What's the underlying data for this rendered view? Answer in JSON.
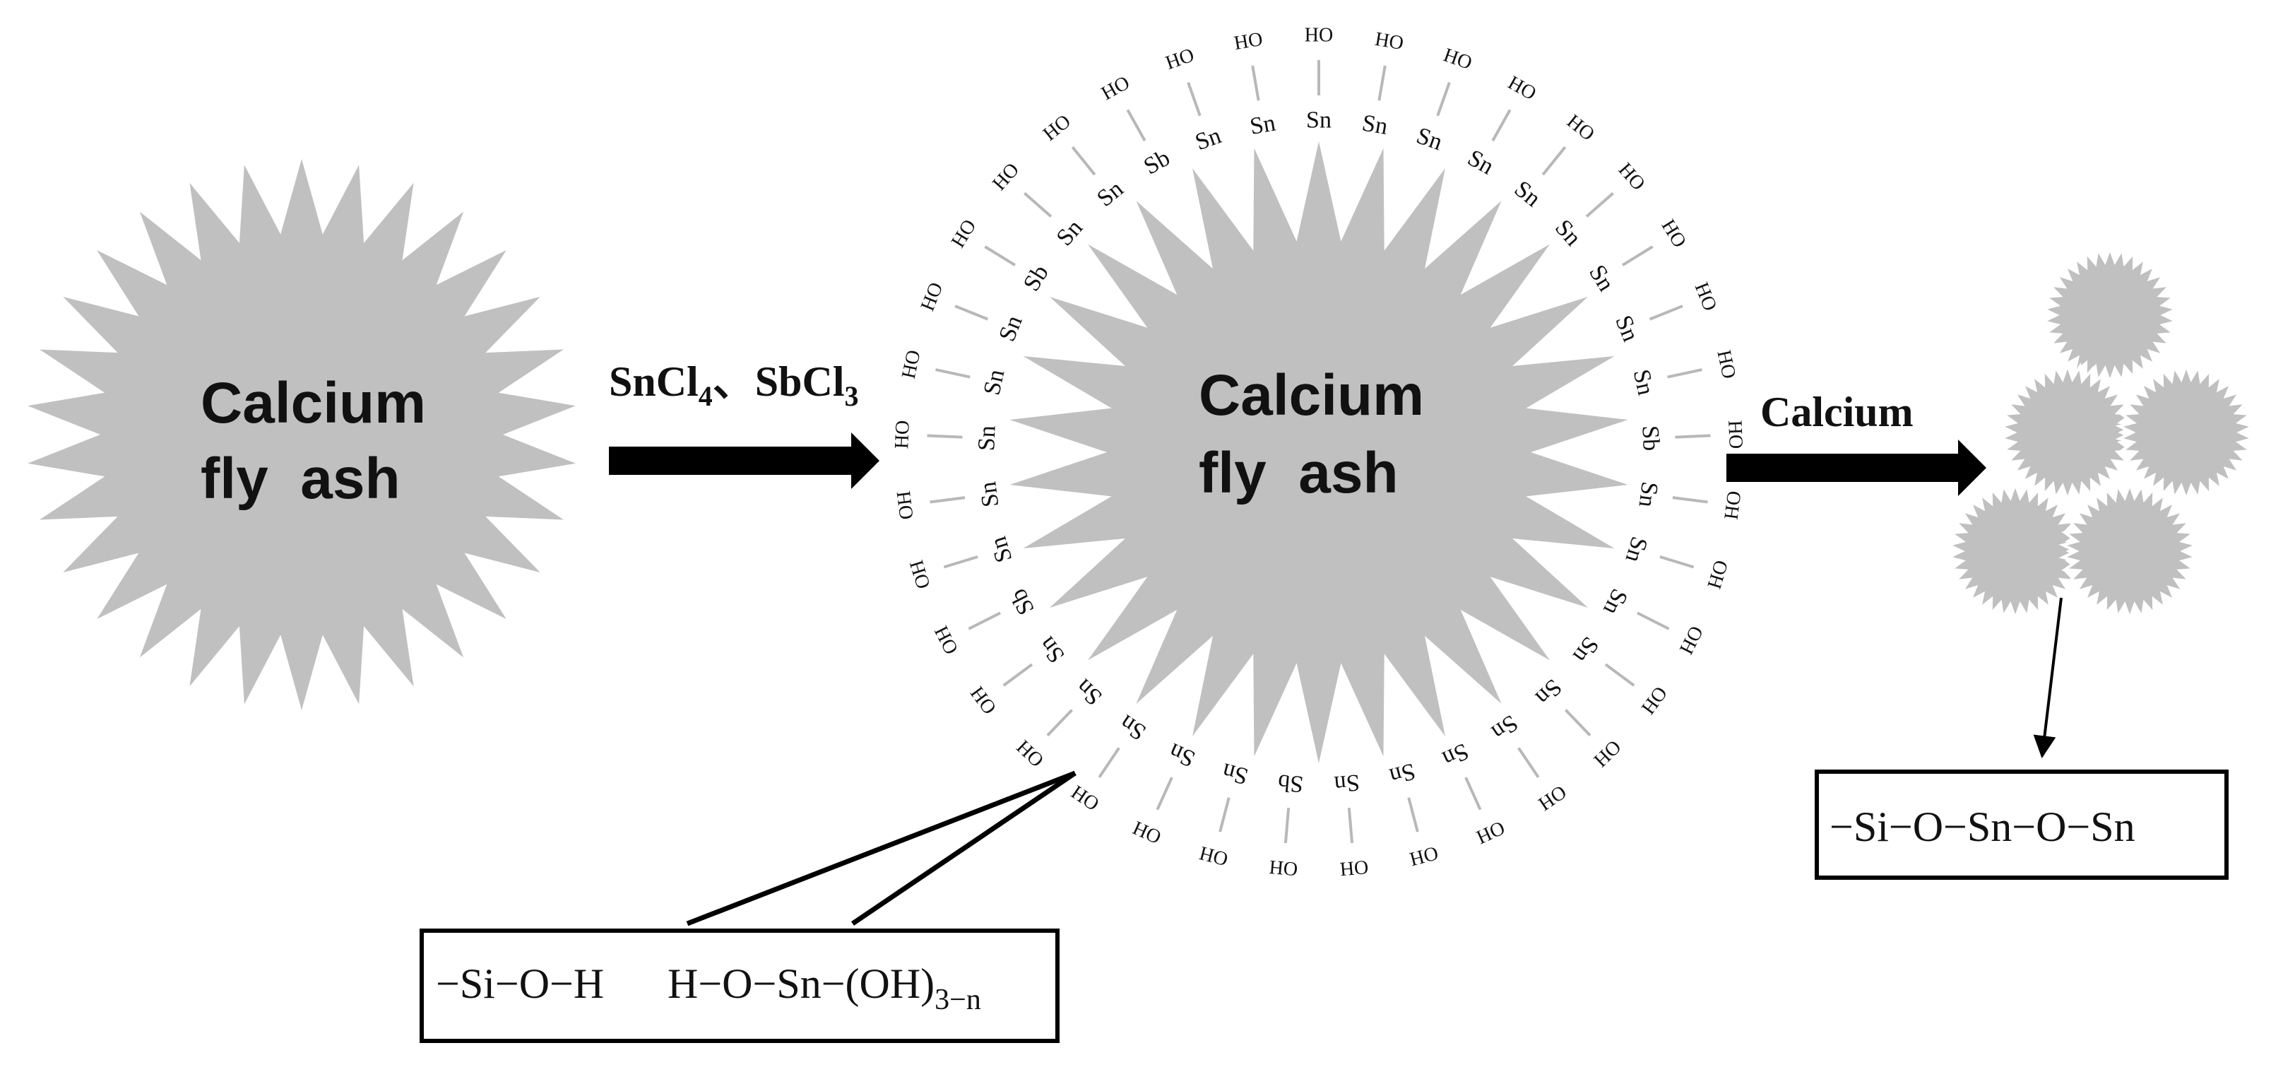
{
  "particle_left": {
    "line1": "Calcium",
    "line2": "fly  ash"
  },
  "particle_center": {
    "line1": "Calcium",
    "line2": "fly  ash"
  },
  "arrow1": {
    "part1": "SnCl",
    "sub1": "4",
    "sep": "、",
    "part2": "SbCl",
    "sub2": "3"
  },
  "arrow2": {
    "label": "Calcium"
  },
  "surface_groups": {
    "element_sequence": [
      "Sn",
      "Sn",
      "Sn",
      "Sn",
      "Sn",
      "Sn",
      "Sn",
      "Sn",
      "Sn",
      "Sb",
      "Sn",
      "Sn",
      "Sn",
      "Sn",
      "Sn",
      "Sn",
      "Sn",
      "Sn",
      "Sn",
      "Sb",
      "Sn",
      "Sn",
      "Sn",
      "Sn",
      "Sn",
      "Sb",
      "Sn",
      "Sn",
      "Sn",
      "Sn",
      "Sn",
      "Sb",
      "Sn",
      "Sn",
      "Sb",
      "Sn",
      "Sn"
    ],
    "hydroxyl": "OH",
    "hydroxyl_flipped": "HO"
  },
  "box_left": {
    "text1": "−Si−O−H",
    "text2": "H−O−Sn−(OH)",
    "subscript": "3−n"
  },
  "box_right": {
    "text": "−Si−O−Sn−O−Sn"
  },
  "colors": {
    "particle_fill": "#c0c0c0",
    "ink": "#000000",
    "bond": "#b8b8b8"
  }
}
